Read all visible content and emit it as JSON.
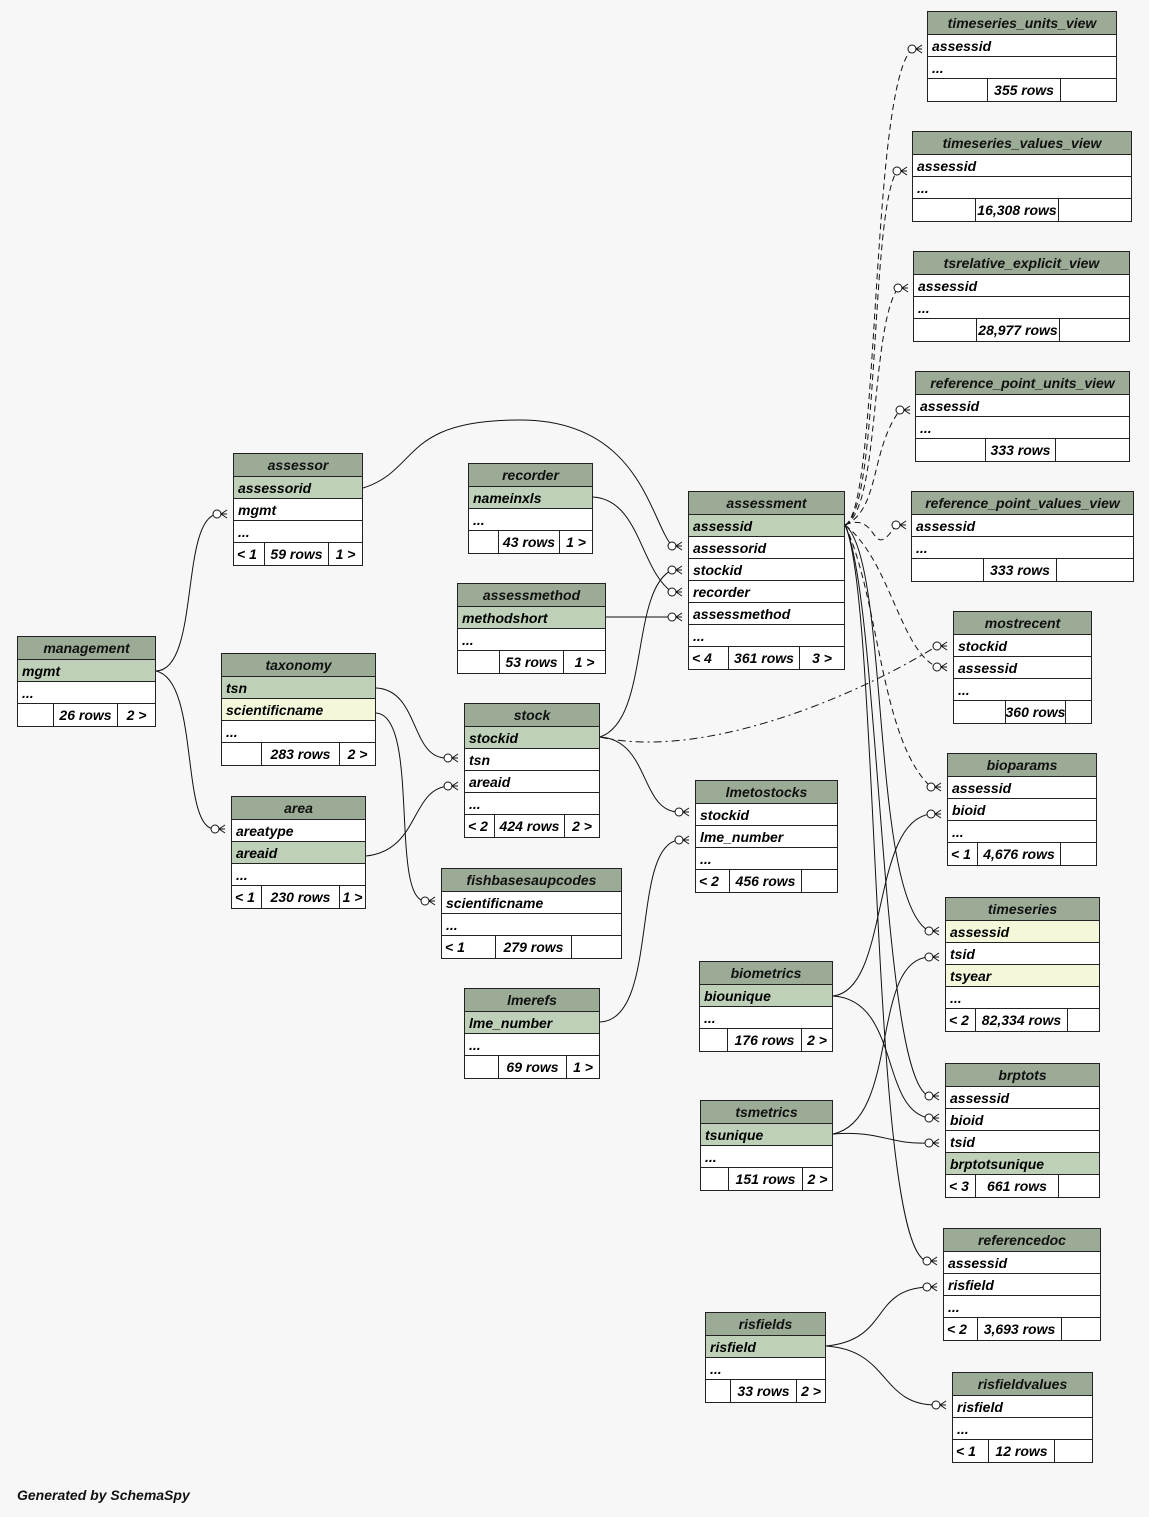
{
  "footer": "Generated by SchemaSpy",
  "tables": {
    "timeseries_units_view": {
      "name": "timeseries_units_view",
      "rows": [
        "assessid",
        "..."
      ],
      "kinds": [
        "",
        "plain"
      ],
      "left": "",
      "count": "355 rows",
      "right": ""
    },
    "timeseries_values_view": {
      "name": "timeseries_values_view",
      "rows": [
        "assessid",
        "..."
      ],
      "kinds": [
        "",
        "plain"
      ],
      "left": "",
      "count": "16,308 rows",
      "right": ""
    },
    "tsrelative_explicit_view": {
      "name": "tsrelative_explicit_view",
      "rows": [
        "assessid",
        "..."
      ],
      "kinds": [
        "",
        ""
      ],
      "left": "",
      "count": "28,977 rows",
      "right": ""
    },
    "reference_point_units_view": {
      "name": "reference_point_units_view",
      "rows": [
        "assessid",
        "..."
      ],
      "kinds": [
        "",
        ""
      ],
      "left": "",
      "count": "333 rows",
      "right": ""
    },
    "reference_point_values_view": {
      "name": "reference_point_values_view",
      "rows": [
        "assessid",
        "..."
      ],
      "kinds": [
        "",
        ""
      ],
      "left": "",
      "count": "333 rows",
      "right": ""
    },
    "assessor": {
      "name": "assessor",
      "rows": [
        "assessorid",
        "mgmt",
        "..."
      ],
      "kinds": [
        "pk",
        "",
        ""
      ],
      "left": "< 1",
      "count": "59 rows",
      "right": "1 >"
    },
    "recorder": {
      "name": "recorder",
      "rows": [
        "nameinxls",
        "..."
      ],
      "kinds": [
        "pk",
        ""
      ],
      "left": "",
      "count": "43 rows",
      "right": "1 >"
    },
    "assessment": {
      "name": "assessment",
      "rows": [
        "assessid",
        "assessorid",
        "stockid",
        "recorder",
        "assessmethod",
        "..."
      ],
      "kinds": [
        "pk",
        "",
        "",
        "",
        "",
        ""
      ],
      "left": "< 4",
      "count": "361 rows",
      "right": "3 >"
    },
    "assessmethod": {
      "name": "assessmethod",
      "rows": [
        "methodshort",
        "..."
      ],
      "kinds": [
        "pk",
        ""
      ],
      "left": "",
      "count": "53 rows",
      "right": "1 >"
    },
    "mostrecent": {
      "name": "mostrecent",
      "rows": [
        "stockid",
        "assessid",
        "..."
      ],
      "kinds": [
        "",
        "",
        ""
      ],
      "left": "",
      "count": "360 rows",
      "right": ""
    },
    "management": {
      "name": "management",
      "rows": [
        "mgmt",
        "..."
      ],
      "kinds": [
        "pk",
        ""
      ],
      "left": "",
      "count": "26 rows",
      "right": "2 >"
    },
    "taxonomy": {
      "name": "taxonomy",
      "rows": [
        "tsn",
        "scientificname",
        "..."
      ],
      "kinds": [
        "pk",
        "idx",
        ""
      ],
      "left": "",
      "count": "283 rows",
      "right": "2 >"
    },
    "stock": {
      "name": "stock",
      "rows": [
        "stockid",
        "tsn",
        "areaid",
        "..."
      ],
      "kinds": [
        "pk",
        "",
        "",
        ""
      ],
      "left": "< 2",
      "count": "424 rows",
      "right": "2 >"
    },
    "bioparams": {
      "name": "bioparams",
      "rows": [
        "assessid",
        "bioid",
        "..."
      ],
      "kinds": [
        "",
        "",
        ""
      ],
      "left": "< 1",
      "count": "4,676 rows",
      "right": ""
    },
    "lmetostocks": {
      "name": "lmetostocks",
      "rows": [
        "stockid",
        "lme_number",
        "..."
      ],
      "kinds": [
        "",
        "",
        ""
      ],
      "left": "< 2",
      "count": "456 rows",
      "right": ""
    },
    "area": {
      "name": "area",
      "rows": [
        "areatype",
        "areaid",
        "..."
      ],
      "kinds": [
        "",
        "pk",
        ""
      ],
      "left": "< 1",
      "count": "230 rows",
      "right": "1 >"
    },
    "fishbasesaupcodes": {
      "name": "fishbasesaupcodes",
      "rows": [
        "scientificname",
        "..."
      ],
      "kinds": [
        "",
        ""
      ],
      "left": "< 1",
      "count": "279 rows",
      "right": ""
    },
    "timeseries": {
      "name": "timeseries",
      "rows": [
        "assessid",
        "tsid",
        "tsyear",
        "..."
      ],
      "kinds": [
        "idx",
        "",
        "idx",
        ""
      ],
      "left": "< 2",
      "count": "82,334 rows",
      "right": ""
    },
    "biometrics": {
      "name": "biometrics",
      "rows": [
        "biounique",
        "..."
      ],
      "kinds": [
        "pk",
        ""
      ],
      "left": "",
      "count": "176 rows",
      "right": "2 >"
    },
    "lmerefs": {
      "name": "lmerefs",
      "rows": [
        "lme_number",
        "..."
      ],
      "kinds": [
        "pk",
        ""
      ],
      "left": "",
      "count": "69 rows",
      "right": "1 >"
    },
    "brptots": {
      "name": "brptots",
      "rows": [
        "assessid",
        "bioid",
        "tsid",
        "brptotsunique"
      ],
      "kinds": [
        "",
        "",
        "",
        "pk"
      ],
      "left": "< 3",
      "count": "661 rows",
      "right": ""
    },
    "tsmetrics": {
      "name": "tsmetrics",
      "rows": [
        "tsunique",
        "..."
      ],
      "kinds": [
        "pk",
        ""
      ],
      "left": "",
      "count": "151 rows",
      "right": "2 >"
    },
    "referencedoc": {
      "name": "referencedoc",
      "rows": [
        "assessid",
        "risfield",
        "..."
      ],
      "kinds": [
        "",
        "",
        ""
      ],
      "left": "< 2",
      "count": "3,693 rows",
      "right": ""
    },
    "risfields": {
      "name": "risfields",
      "rows": [
        "risfield",
        "..."
      ],
      "kinds": [
        "pk",
        ""
      ],
      "left": "",
      "count": "33 rows",
      "right": "2 >"
    },
    "risfieldvalues": {
      "name": "risfieldvalues",
      "rows": [
        "risfield",
        "..."
      ],
      "kinds": [
        "",
        ""
      ],
      "left": "< 1",
      "count": "12 rows",
      "right": ""
    }
  }
}
